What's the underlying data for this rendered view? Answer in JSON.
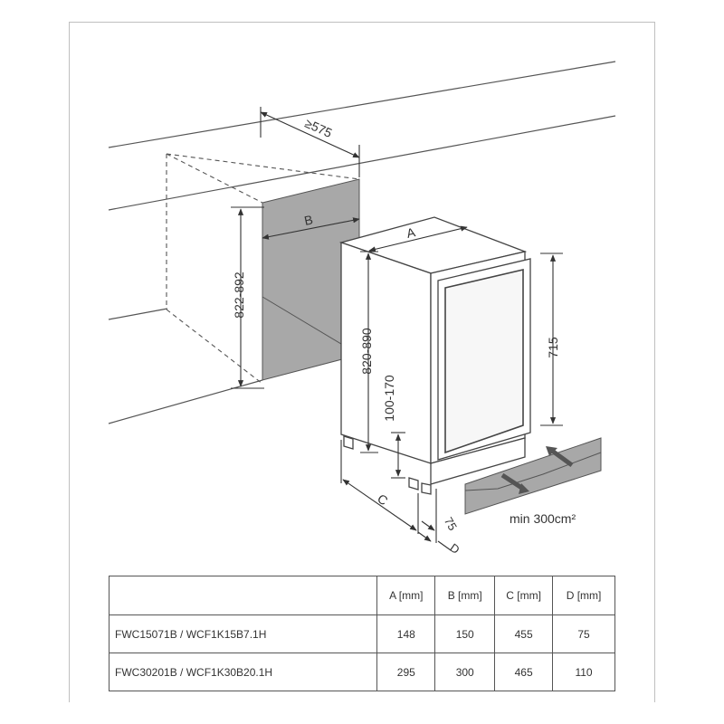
{
  "diagram": {
    "labels": {
      "depth_niche": "≥575",
      "width_b": "B",
      "width_a": "A",
      "niche_height": "822-892",
      "unit_height": "820-890",
      "leg_height": "100-170",
      "door_height": "715",
      "depth_c": "C",
      "gap_75": "75",
      "depth_d": "D",
      "vent_area": "min 300cm²"
    }
  },
  "table": {
    "headers": [
      "",
      "A [mm]",
      "B [mm]",
      "C [mm]",
      "D [mm]"
    ],
    "rows": [
      {
        "model": "FWC15071B / WCF1K15B7.1H",
        "a": "148",
        "b": "150",
        "c": "455",
        "d": "75"
      },
      {
        "model": "FWC30201B / WCF1K30B20.1H",
        "a": "295",
        "b": "300",
        "c": "465",
        "d": "110"
      }
    ]
  }
}
